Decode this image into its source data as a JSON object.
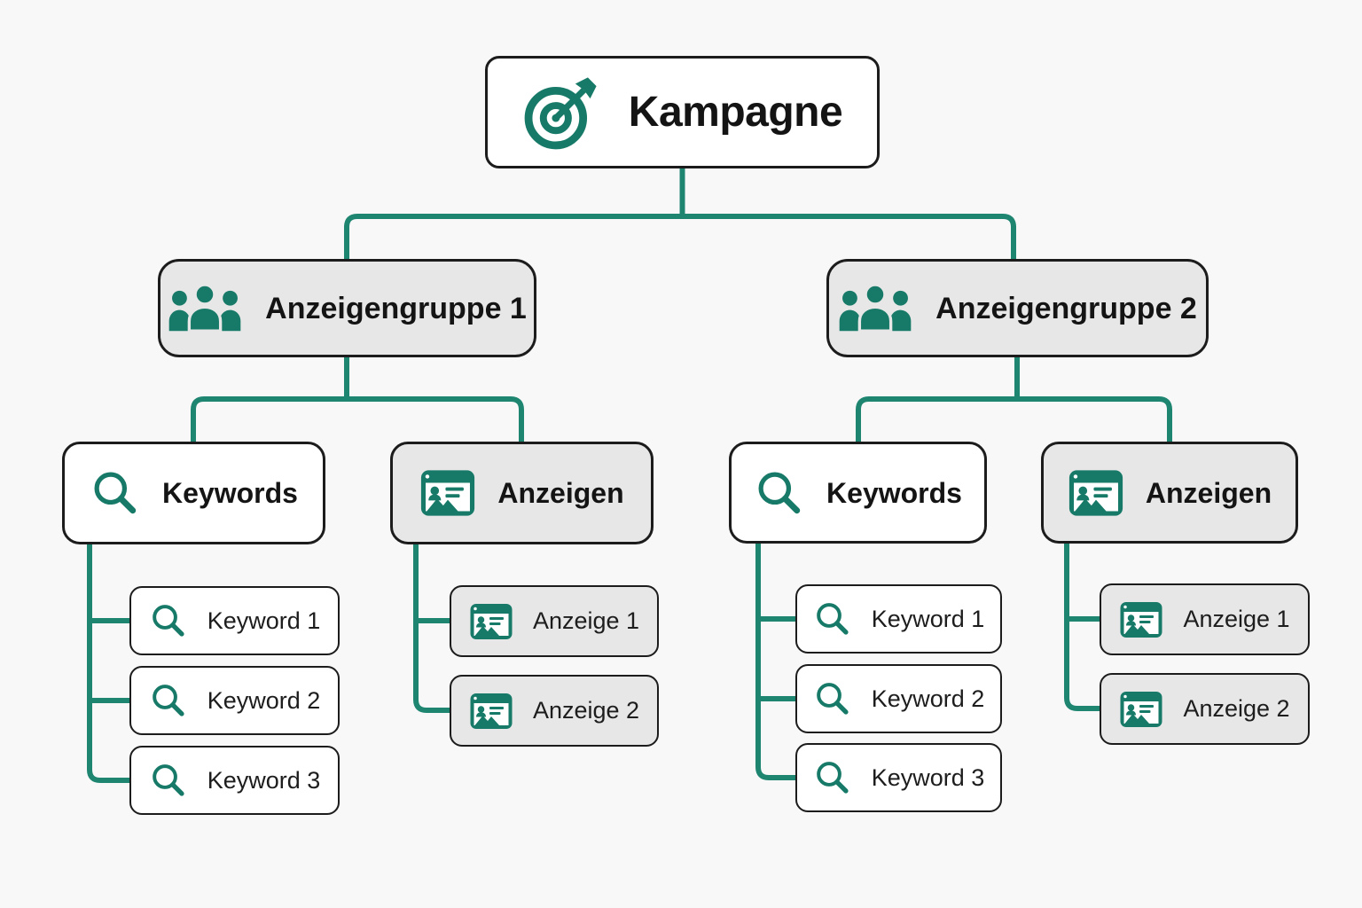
{
  "colors": {
    "icon_teal": "#177A68",
    "line_teal": "#1E8570",
    "node_border": "#1C1C1C",
    "gray_fill": "#E7E7E7",
    "white_fill": "#FFFFFF",
    "background": "#F8F8F9",
    "text": "#141414"
  },
  "root": {
    "label": "Kampagne",
    "icon": "target-icon"
  },
  "groups": [
    {
      "label": "Anzeigengruppe 1",
      "icon": "people-group-icon",
      "keywords": {
        "label": "Keywords",
        "icon": "search-icon",
        "items": [
          "Keyword 1",
          "Keyword 2",
          "Keyword 3"
        ]
      },
      "ads": {
        "label": "Anzeigen",
        "icon": "ad-card-icon",
        "items": [
          "Anzeige 1",
          "Anzeige 2"
        ]
      }
    },
    {
      "label": "Anzeigengruppe 2",
      "icon": "people-group-icon",
      "keywords": {
        "label": "Keywords",
        "icon": "search-icon",
        "items": [
          "Keyword 1",
          "Keyword 2",
          "Keyword 3"
        ]
      },
      "ads": {
        "label": "Anzeigen",
        "icon": "ad-card-icon",
        "items": [
          "Anzeige 1",
          "Anzeige 2"
        ]
      }
    }
  ]
}
